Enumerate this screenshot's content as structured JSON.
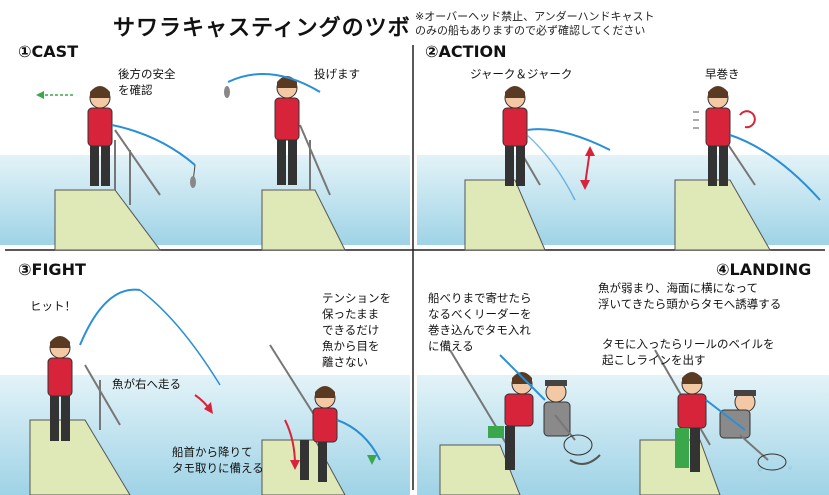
{
  "title": "サワラキャスティングのツボ",
  "note": {
    "line1": "※オーバーヘッド禁止、アンダーハンドキャスト",
    "line2": "のみの船もありますので必ず確認してください"
  },
  "sections": {
    "cast": {
      "heading": "①CAST",
      "label_left_1": "後方の安全",
      "label_left_2": "を確認",
      "label_right": "投げます"
    },
    "action": {
      "heading": "②ACTION",
      "label_left": "ジャーク＆ジャーク",
      "label_right": "早巻き"
    },
    "fight": {
      "heading": "③FIGHT",
      "hit": "ヒット！",
      "fish_right": "魚が右へ走る",
      "tension_1": "テンションを",
      "tension_2": "保ったまま",
      "tension_3": "できるだけ",
      "tension_4": "魚から目を",
      "tension_5": "離さない",
      "bow_1": "船首から降りて",
      "bow_2": "タモ取りに備える"
    },
    "landing": {
      "heading": "④LANDING",
      "left_1": "船べりまで寄せたら",
      "left_2": "なるべくリーダーを",
      "left_3": "巻き込んでタモ入れ",
      "left_4": "に備える",
      "right_top_1": "魚が弱まり、海面に横になって",
      "right_top_2": "浮いてきたら頭からタモへ誘導する",
      "right_bottom_1": "タモに入ったらリールのベイルを",
      "right_bottom_2": "起こしラインを出す"
    }
  },
  "colors": {
    "sky": "#d9eef6",
    "sea": "#bfe2ee",
    "boat": "#d8e6b0",
    "jacket": "#d8243a",
    "rod": "#2b8fd6"
  }
}
